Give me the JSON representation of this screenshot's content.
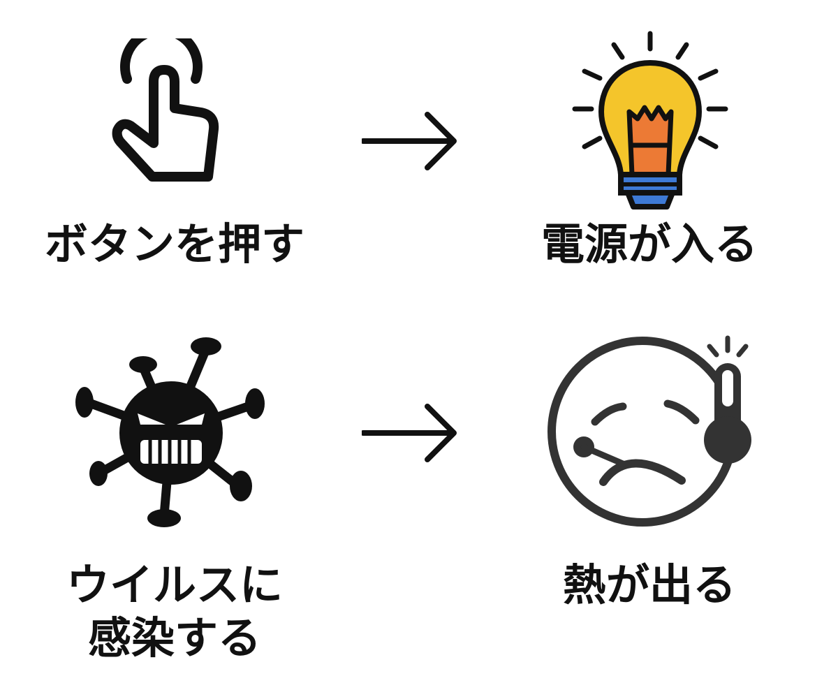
{
  "diagram": {
    "rows": [
      {
        "cause": {
          "icon": "pointing-finger-tap-icon",
          "label_lines": [
            "ボタンを押す"
          ]
        },
        "arrow": "right-arrow-icon",
        "effect": {
          "icon": "light-bulb-icon",
          "label_lines": [
            "電源が入る"
          ]
        }
      },
      {
        "cause": {
          "icon": "virus-icon",
          "label_lines": [
            "ウイルスに",
            "感染する"
          ]
        },
        "arrow": "right-arrow-icon",
        "effect": {
          "icon": "sick-face-thermometer-icon",
          "label_lines": [
            "熱が出る"
          ]
        }
      }
    ]
  },
  "colors": {
    "ink": "#111111",
    "bulb_glass": "#f4c52b",
    "bulb_filament": "#ec7a35",
    "bulb_base": "#3e7ad6",
    "sick_face": "#333333"
  }
}
